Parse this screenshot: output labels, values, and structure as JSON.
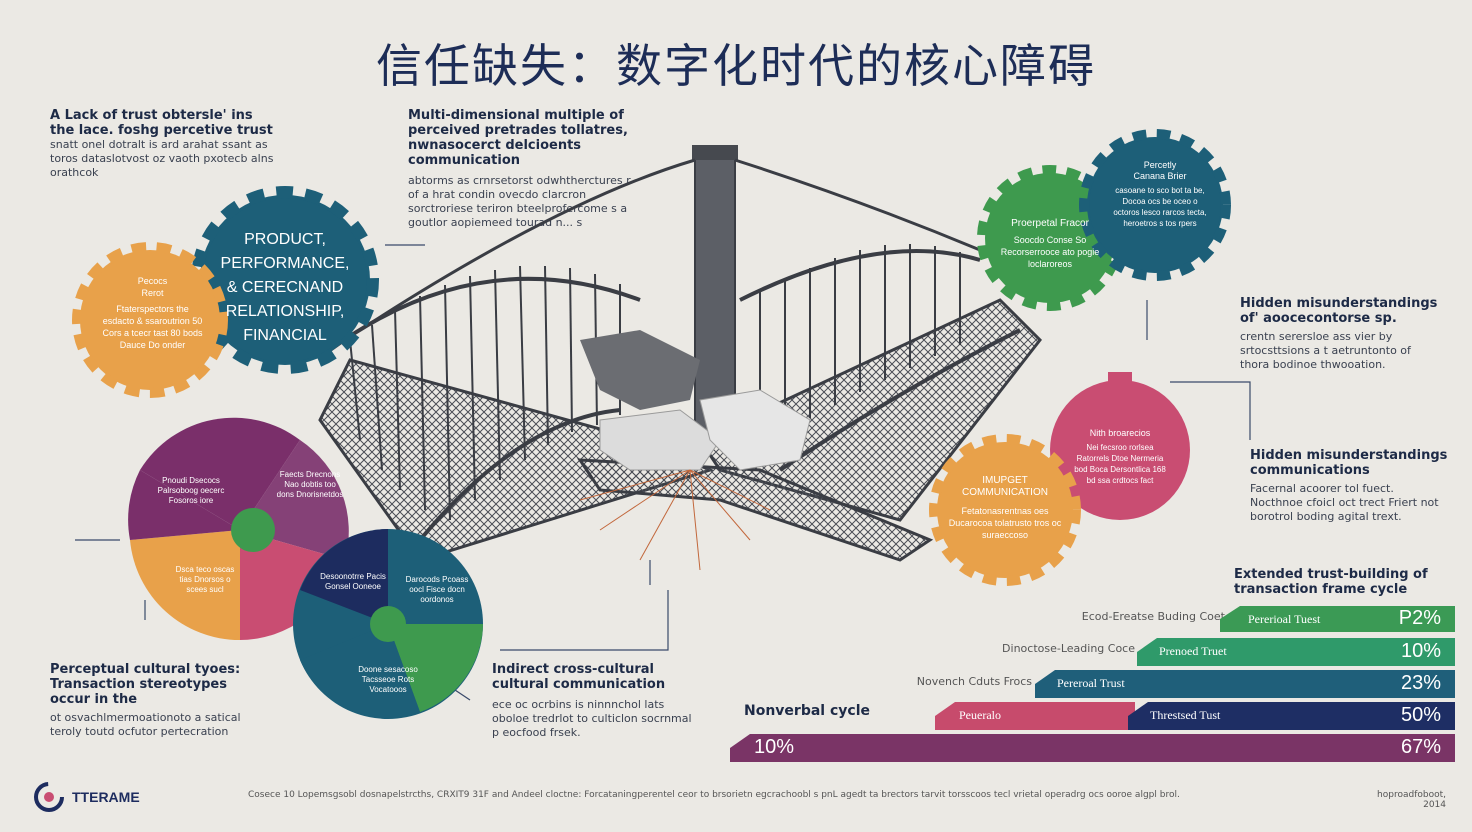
{
  "title": "信任缺失：数字化时代的核心障碍",
  "top_left": {
    "heading": "A Lack of trust obtersle' ins the lace. foshg percetive trust",
    "body": "snatt onel dotralt is ard arahat ssant as toros dataslotvost oz vaoth pxotecb alns orathcok"
  },
  "top_center": {
    "heading": "Multi-dimensional multiple of perceived pretrades tollatres, nwnasocerct delcioents communication",
    "body": "abtorms as crnrsetorst odwhtherctures r of a hrat condin ovecdo clarcron sorctroriese teriron bteelprofercome s a goutlor aopiemeed tourad n... s"
  },
  "gear_main": {
    "lines": [
      "PRODUCT,",
      "PERFORMANCE,",
      "& CERECNAND",
      "RELATIONSHIP,",
      "FINANCIAL"
    ]
  },
  "gear_orange_left": {
    "title": "Pecocs\nRerot",
    "body": "Ftaterspectors the esdacto & ssaroutrion 50 Cors a tcecr tast 80 bods Dauce Do onder"
  },
  "gear_green_right": {
    "title": "Proerpetal Fracor",
    "body": "Soocdo Conse So Recorserrooce ato pogie loclaroreos"
  },
  "gear_teal_right": {
    "title": "Percetly\nCanana Brier",
    "body": "casoane to sco bot ta be, Docoa ocs be oceo o octoros lesco rarcos tecta, heroetros s tos rpers"
  },
  "gear_red_right": {
    "title": "Nith broarecios",
    "body": "Nei fecsroo rorlsea Ratorrels Dtoe Nermeria bod Boca Dersontlica 168 bd ssa crdtocs fact"
  },
  "gear_orange_right": {
    "title": "IMUPGET\nCOMMUNICATION",
    "body": "Fetatonasrentnas oes Ducarocoa tolatrusto tros oc suraeccoso"
  },
  "right_note1": {
    "heading": "Hidden misunderstandings of' aoocecontorse sp.",
    "body": "crentn serersloe ass vier by srtocsttsions a t aetruntonto of thora bodinoe thwooation."
  },
  "right_note2": {
    "heading": "Hidden misunderstandings communications",
    "body": "Facernal acoorer tol fuect. Nocthnoe cfoicl oct trect Friert not borotrol boding agital trext."
  },
  "bottom_left": {
    "heading": "Perceptual cultural tyoes: Transaction stereotypes occur in the",
    "body": "ot osvachlmermoationoto a satical teroly toutd ocfutor pertecration"
  },
  "bottom_center": {
    "heading": "Indirect cross-cultural cultural communication",
    "body": "ece oc ocrbins is ninnnchol lats oboloe tredrlot to culticlon socrnmal p eocfood frsek."
  },
  "pie_left": {
    "labels": [
      "Pnoudi Dsecocs Palrsoboog oecerc Fosoros iore",
      "Faects Drecnons Nao dobtis too dons Dnorisnetdos",
      "Dsca teco oscas tias Dnorsos o scees sucl"
    ]
  },
  "pie_right": {
    "labels": [
      "Desoonotrre Pacis Gonsel Ooneoe",
      "Darocods Pcoass oocl Fisce docn oordonos",
      "Doone sesacoso Tacsseoe Rots Vocatooos"
    ]
  },
  "funnel": {
    "title": "Extended trust-building of transaction frame cycle",
    "left_label": "Nonverbal cycle",
    "rows": [
      {
        "outer": "Ecod-Ereatse Buding Coet",
        "inner": "Pererioal Tuest",
        "value": "P2%",
        "color": "#3b9a55"
      },
      {
        "outer": "Dinoctose-Leading Coce",
        "inner": "Prenoed Truet",
        "value": "10%",
        "color": "#2f9a6a"
      },
      {
        "outer": "Novench Cduts Frocs",
        "inner": "Pereroal Trust",
        "value": "23%",
        "color": "#1f5f7a"
      },
      {
        "outer": "Peueralo",
        "inner": "Threstsed Tust",
        "value": "50%",
        "color": "#1e2e64"
      },
      {
        "outer": "",
        "inner": "",
        "value": "67%",
        "left_value": "10%",
        "color": "#7a3466"
      }
    ],
    "colors": {
      "row4_outer": "#c74b6c"
    }
  },
  "logo": {
    "text": "TTERAME"
  },
  "footer": {
    "left": "Cosece 10 Lopemsgsobl dosnapelstrcths, CRXIT9 31F and Andeel cloctne: Forcataningperentel ceor to brsorietn egcrachoobl s pnL agedt ta brectors tarvit torsscoos tecl vrietal operadrg ocs ooroe algpl brol.",
    "right": "hoproadfoboot, 2014"
  },
  "colors": {
    "teal": "#1d5f78",
    "orange": "#e8a14a",
    "green": "#3e9a4e",
    "magenta": "#c94d72",
    "purple": "#7a2f6a",
    "navy": "#1d2c5f",
    "background": "#ebe9e4"
  }
}
